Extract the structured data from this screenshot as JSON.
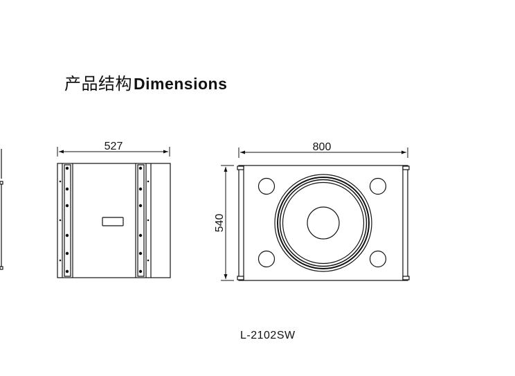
{
  "heading": {
    "chinese": "产品结构",
    "english": "Dimensions"
  },
  "dimensions": {
    "depth": "527",
    "width": "800",
    "height": "540"
  },
  "model": "L-2102SW"
}
